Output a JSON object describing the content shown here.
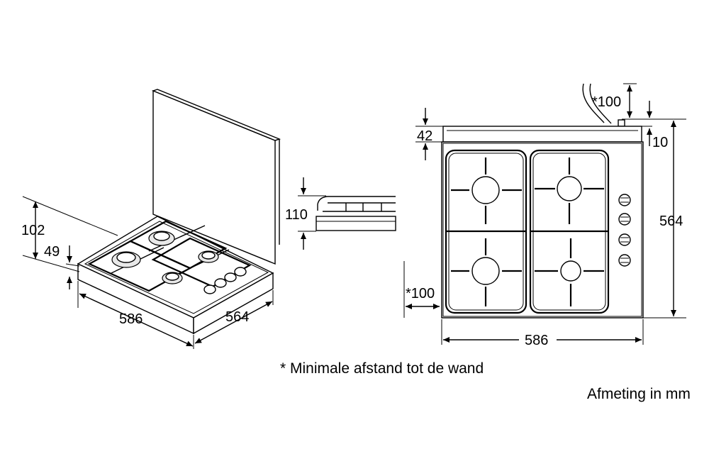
{
  "iso_view": {
    "dim_height_total": "102",
    "dim_height_hob": "49",
    "dim_width": "586",
    "dim_depth": "564"
  },
  "side_view": {
    "dim_height": "110"
  },
  "top_view": {
    "dim_cover_depth": "42",
    "dim_rear_wall": "*100",
    "dim_rear_offset": "10",
    "dim_depth": "564",
    "dim_side_wall": "*100",
    "dim_width": "586"
  },
  "notes": {
    "min_distance": "* Minimale afstand tot de wand",
    "units": "Afmeting in mm"
  }
}
